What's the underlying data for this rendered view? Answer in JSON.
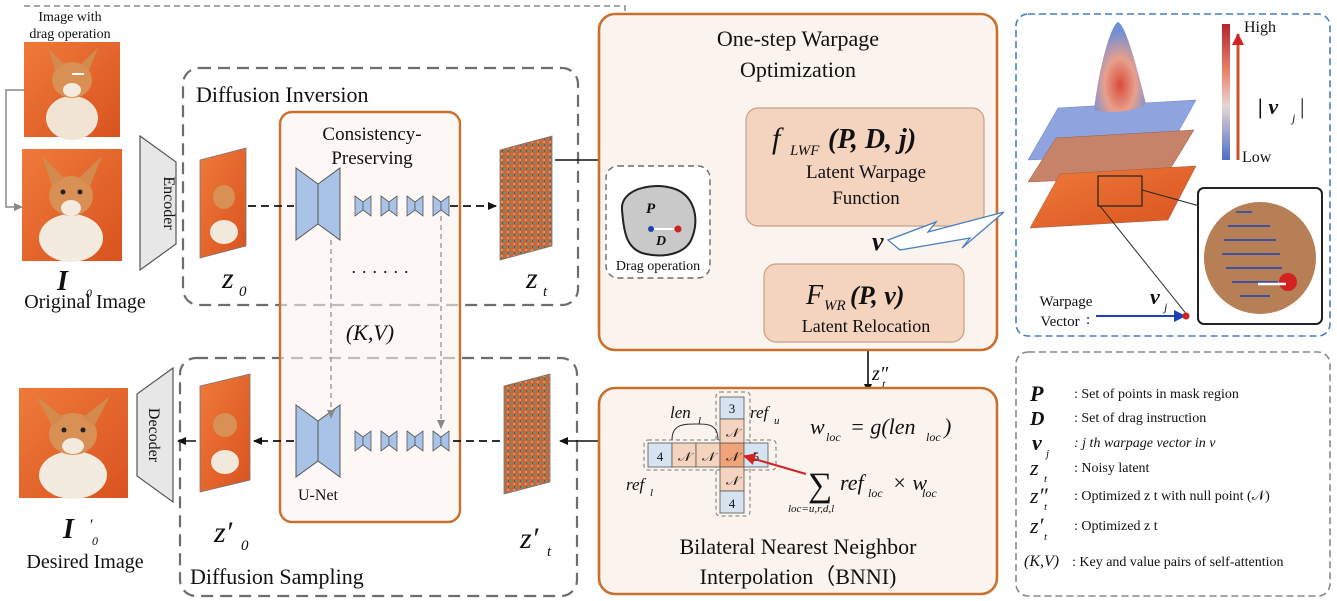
{
  "colors": {
    "orange_border": "#c8702e",
    "peach_fill": "#f4d3bf",
    "section_bg": "#fbf4ee",
    "unet_blue": "#a9c3e8",
    "dash_gray": "#6d6d6d",
    "blue_box": "#4a7fc0",
    "dog_orange": "#e8672a",
    "red_arrow": "#d22222"
  },
  "left": {
    "drag_image_caption_1": "Image with",
    "drag_image_caption_2": "drag operation",
    "encoder": "Encoder",
    "decoder": "Decoder",
    "orig_symbol": "I",
    "orig_sub": "0",
    "orig_caption": "Original Image",
    "desired_symbol": "I",
    "desired_sub": "0",
    "desired_prime": "′",
    "desired_caption": "Desired Image"
  },
  "inversion": {
    "title": "Diffusion Inversion",
    "z0": "z",
    "z0_sub": "0",
    "zt": "z",
    "zt_sub": "t"
  },
  "sampling": {
    "title": "Diffusion Sampling",
    "z0p": "z′",
    "z0p_sub": "0",
    "ztp": "z′",
    "ztp_sub": "t"
  },
  "consistency": {
    "title_1": "Consistency-",
    "title_2": "Preserving",
    "ellipsis": "· · · · · ·",
    "kv": "(K,V)",
    "unet": "U-Net"
  },
  "warpage": {
    "title_1": "One-step Warpage",
    "title_2": "Optimization",
    "lwf_formula": "f",
    "lwf_sub": "LWF",
    "lwf_args": "(P, D, j)",
    "lwf_name_1": "Latent Warpage",
    "lwf_name_2": "Function",
    "v_symbol": "v",
    "wr_formula": "F",
    "wr_sub": "WR",
    "wr_args": "(P, v)",
    "wr_name": "Latent Relocation",
    "drag_p": "P",
    "drag_d": "D",
    "drag_label": "Drag operation",
    "ztpp": "z″",
    "ztpp_sub": "t"
  },
  "bnni": {
    "title_1": "Bilateral Nearest Neighbor",
    "title_2": "Interpolation（BNNI)",
    "len_l": "len",
    "len_l_sub": "l",
    "ref_u": "ref",
    "ref_u_sub": "u",
    "ref_l": "ref",
    "ref_l_sub": "l",
    "grid_row": [
      "4",
      "𝒩",
      "𝒩",
      "𝒩",
      "5"
    ],
    "grid_col_top": [
      "3",
      "𝒩"
    ],
    "grid_col_bottom": [
      "𝒩",
      "4"
    ],
    "formula_1": "w",
    "formula_1_sub": "loc",
    "formula_1_rhs": "= g(len",
    "formula_1_rhs_sub": "loc",
    "formula_1_end": ")",
    "sum_sign": "∑",
    "sum_body": "ref",
    "sum_body_sub": "loc",
    "sum_times": "× w",
    "sum_times_sub": "loc",
    "sum_index": "loc=u,r,d,l"
  },
  "heatmap": {
    "high": "High",
    "low": "Low",
    "mag_label": "| v",
    "mag_sub": "j",
    "mag_end": "|",
    "warpage_1": "Warpage",
    "warpage_2": "Vector",
    "colon": ":",
    "vj": "v",
    "vj_sub": "j"
  },
  "legend": {
    "items": [
      {
        "symbol": "P",
        "text": ": Set of points in mask region"
      },
      {
        "symbol": "D",
        "text": ": Set of drag instruction"
      },
      {
        "symbol": "v",
        "sub": "j",
        "text": ":  j th warpage vector in v"
      },
      {
        "symbol": "z",
        "sub": "t",
        "text": ": Noisy latent"
      },
      {
        "symbol": "z″",
        "sub": "t",
        "text": ": Optimized z t with null point (𝒩)"
      },
      {
        "symbol": "z′",
        "sub": "t",
        "text": ": Optimized z t"
      },
      {
        "symbol": "(K,V)",
        "text": ": Key and value pairs of self-attention"
      }
    ]
  }
}
